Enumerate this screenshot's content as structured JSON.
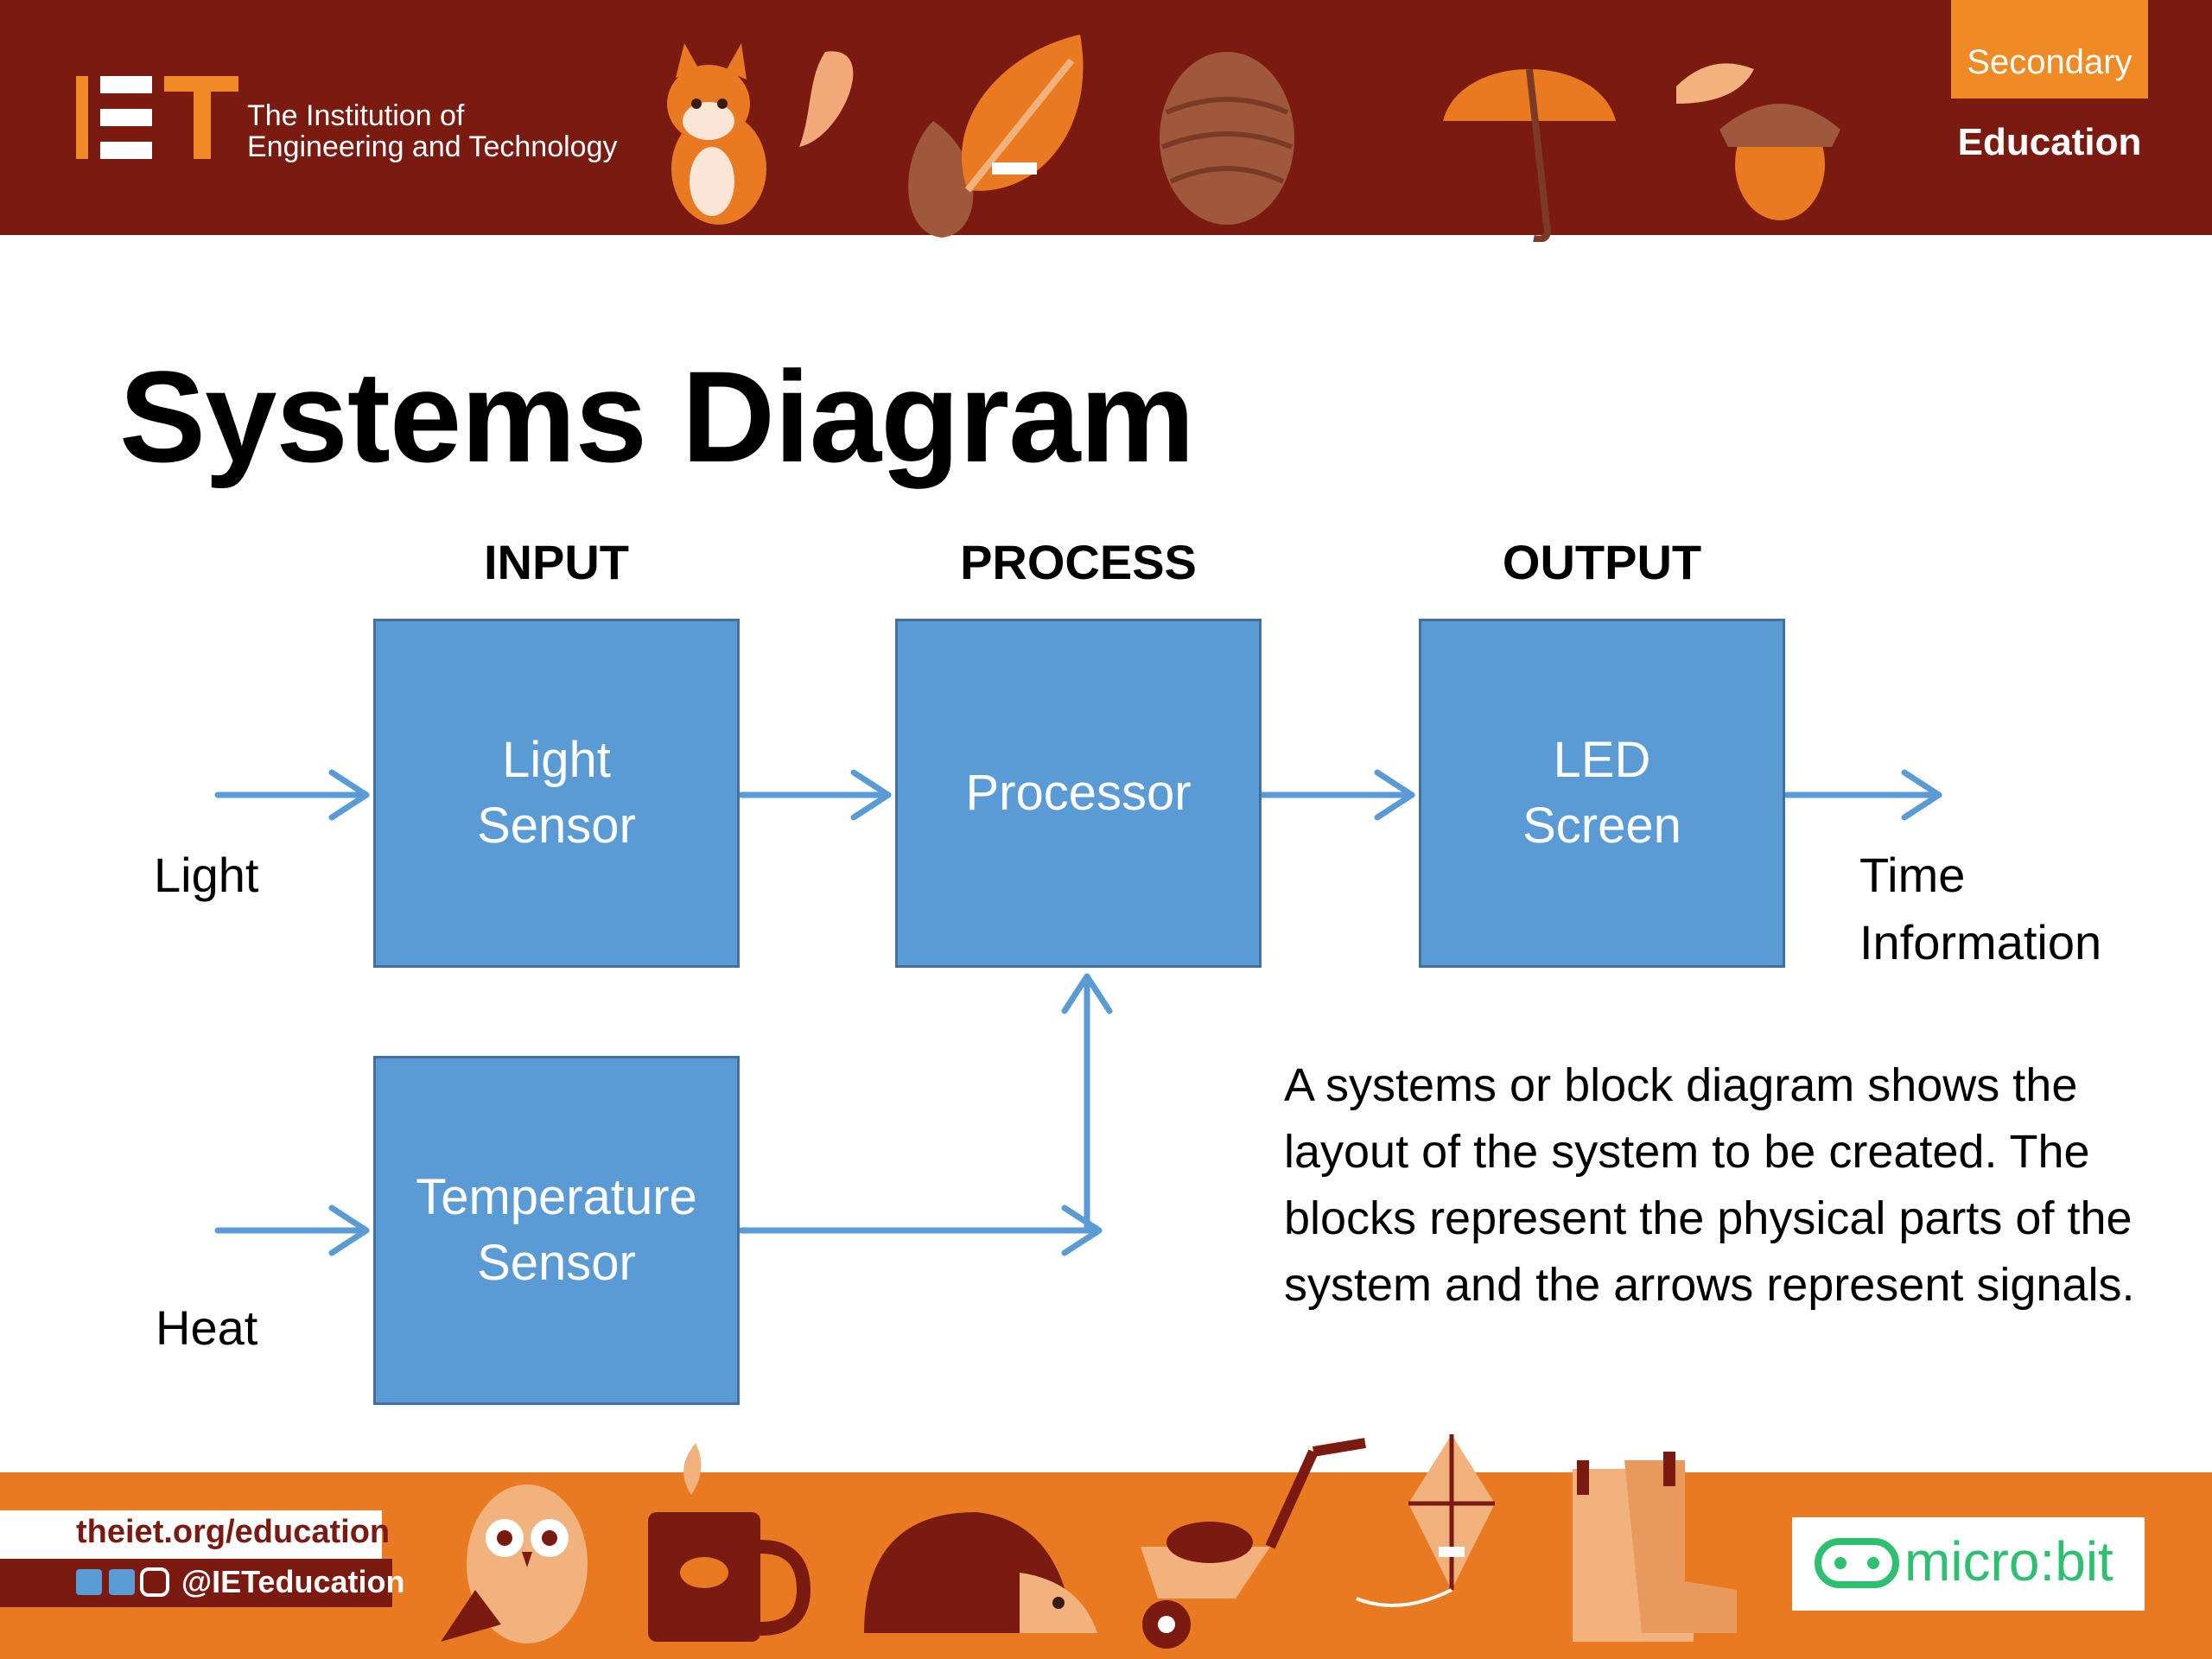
{
  "header": {
    "institution_line1": "The Institution of",
    "institution_line2": "Engineering and Technology",
    "tab_secondary": "Secondary",
    "tab_education": "Education"
  },
  "slide": {
    "title": "Systems Diagram",
    "columns": {
      "input": "INPUT",
      "process": "PROCESS",
      "output": "OUTPUT"
    },
    "blocks": {
      "light_sensor": "Light\nSensor",
      "processor": "Processor",
      "led_screen": "LED\nScreen",
      "temperature_sensor": "Temperature\nSensor"
    },
    "signals": {
      "light": "Light",
      "heat": "Heat",
      "time_information": "Time\nInformation"
    },
    "description": "A systems or block diagram shows the layout of the system to be created. The blocks represent the physical parts of the system and the arrows represent signals.",
    "colors": {
      "block_fill": "#5b9bd5",
      "arrow": "#5b9bd5",
      "header": "#7b1a10",
      "footer": "#ea7a22"
    }
  },
  "footer": {
    "url": "theiet.org/education",
    "handle": "@IETeducation",
    "partner_logo": "micro:bit"
  }
}
